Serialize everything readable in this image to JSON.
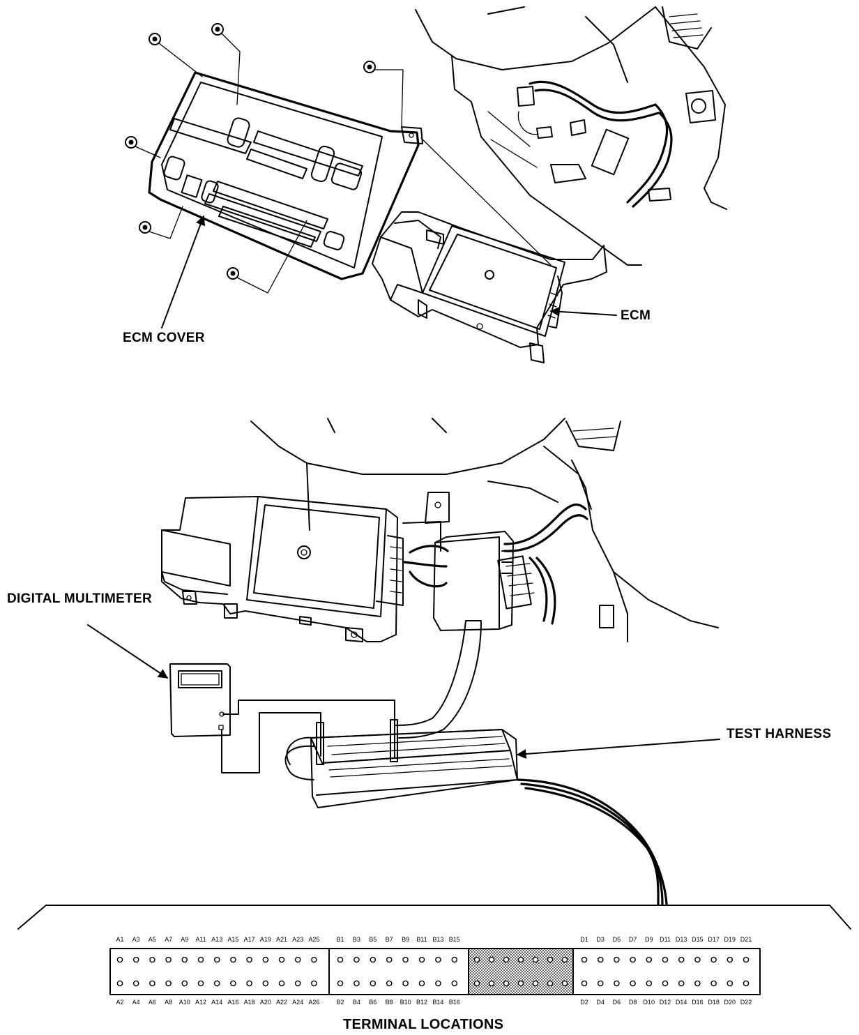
{
  "labels": {
    "ecm_cover": "ECM COVER",
    "ecm": "ECM",
    "digital_multimeter": "DIGITAL MULTIMETER",
    "test_harness": "TEST HARNESS",
    "terminal_locations": "TERMINAL LOCATIONS"
  },
  "terminals": {
    "a_top": [
      "A1",
      "A3",
      "A5",
      "A7",
      "A9",
      "A11",
      "A13",
      "A15",
      "A17",
      "A19",
      "A21",
      "A23",
      "A25"
    ],
    "a_bottom": [
      "A2",
      "A4",
      "A6",
      "A8",
      "A10",
      "A12",
      "A14",
      "A16",
      "A18",
      "A20",
      "A22",
      "A24",
      "A26"
    ],
    "b_top": [
      "B1",
      "B3",
      "B5",
      "B7",
      "B9",
      "B11",
      "B13",
      "B15"
    ],
    "b_bottom": [
      "B2",
      "B4",
      "B6",
      "B8",
      "B10",
      "B12",
      "B14",
      "B16"
    ],
    "d_top": [
      "D1",
      "D3",
      "D5",
      "D7",
      "D9",
      "D11",
      "D13",
      "D15",
      "D17",
      "D19",
      "D21"
    ],
    "d_bottom": [
      "D2",
      "D4",
      "D6",
      "D8",
      "D10",
      "D12",
      "D14",
      "D16",
      "D18",
      "D20",
      "D22"
    ]
  }
}
